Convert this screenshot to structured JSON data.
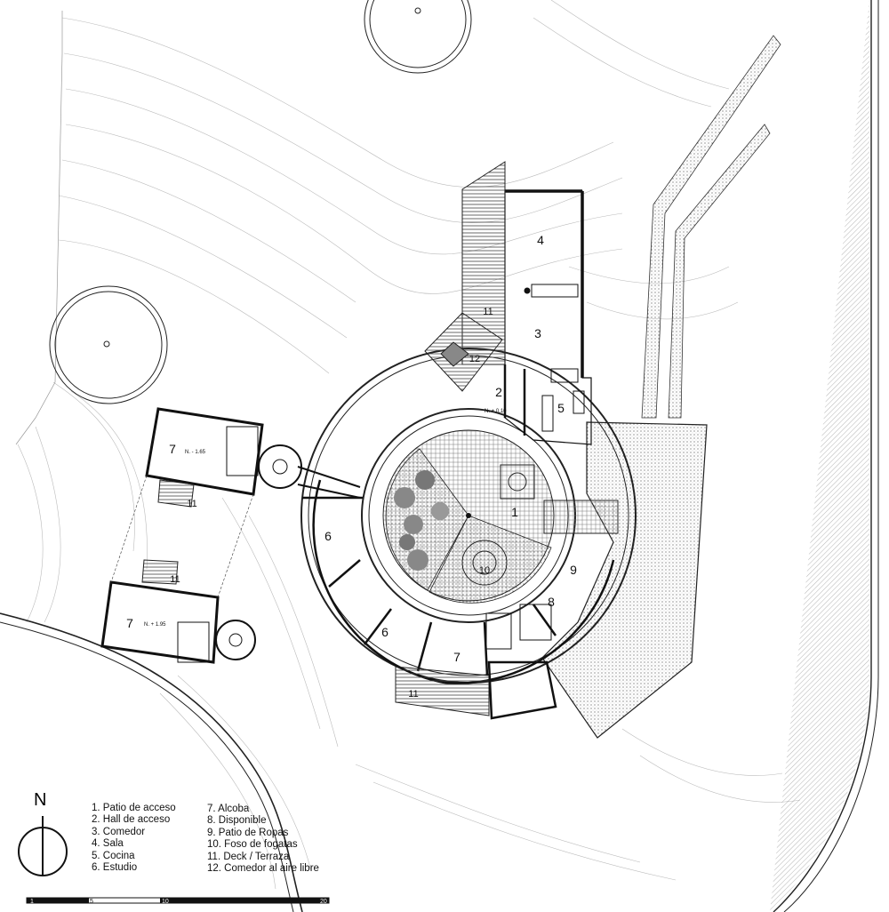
{
  "rooms": {
    "r1": "1",
    "r2": "2",
    "r3": "3",
    "r4": "4",
    "r5": "5",
    "r6a": "6",
    "r6b": "6",
    "r7a": "7",
    "r7b": "7",
    "r7c": "7",
    "r8": "8",
    "r9": "9",
    "r10": "10",
    "r11a": "11",
    "r11b": "11",
    "r11c": "11",
    "r11d": "11",
    "r12": "12"
  },
  "levels": {
    "main": "N. + 0.10",
    "upper_left": "N. - 1.65",
    "lower_left": "N. + 1.95"
  },
  "north": {
    "label": "N"
  },
  "legend": {
    "col1": [
      "1. Patio de acceso",
      "2. Hall de acceso",
      "3. Comedor",
      "4. Sala",
      "5. Cocina",
      "6. Estudio"
    ],
    "col2": [
      "7. Alcoba",
      "8. Disponible",
      "9. Patio de Ropas",
      "10. Foso de fogatas",
      "11. Deck / Terraza",
      "12. Comedor al aire libre"
    ]
  },
  "scale": {
    "t0": "1",
    "t1": "5",
    "t2": "10",
    "t3": "20"
  },
  "icons": [
    "north-arrow-icon",
    "tree-icon",
    "spiral-stair-icon"
  ]
}
